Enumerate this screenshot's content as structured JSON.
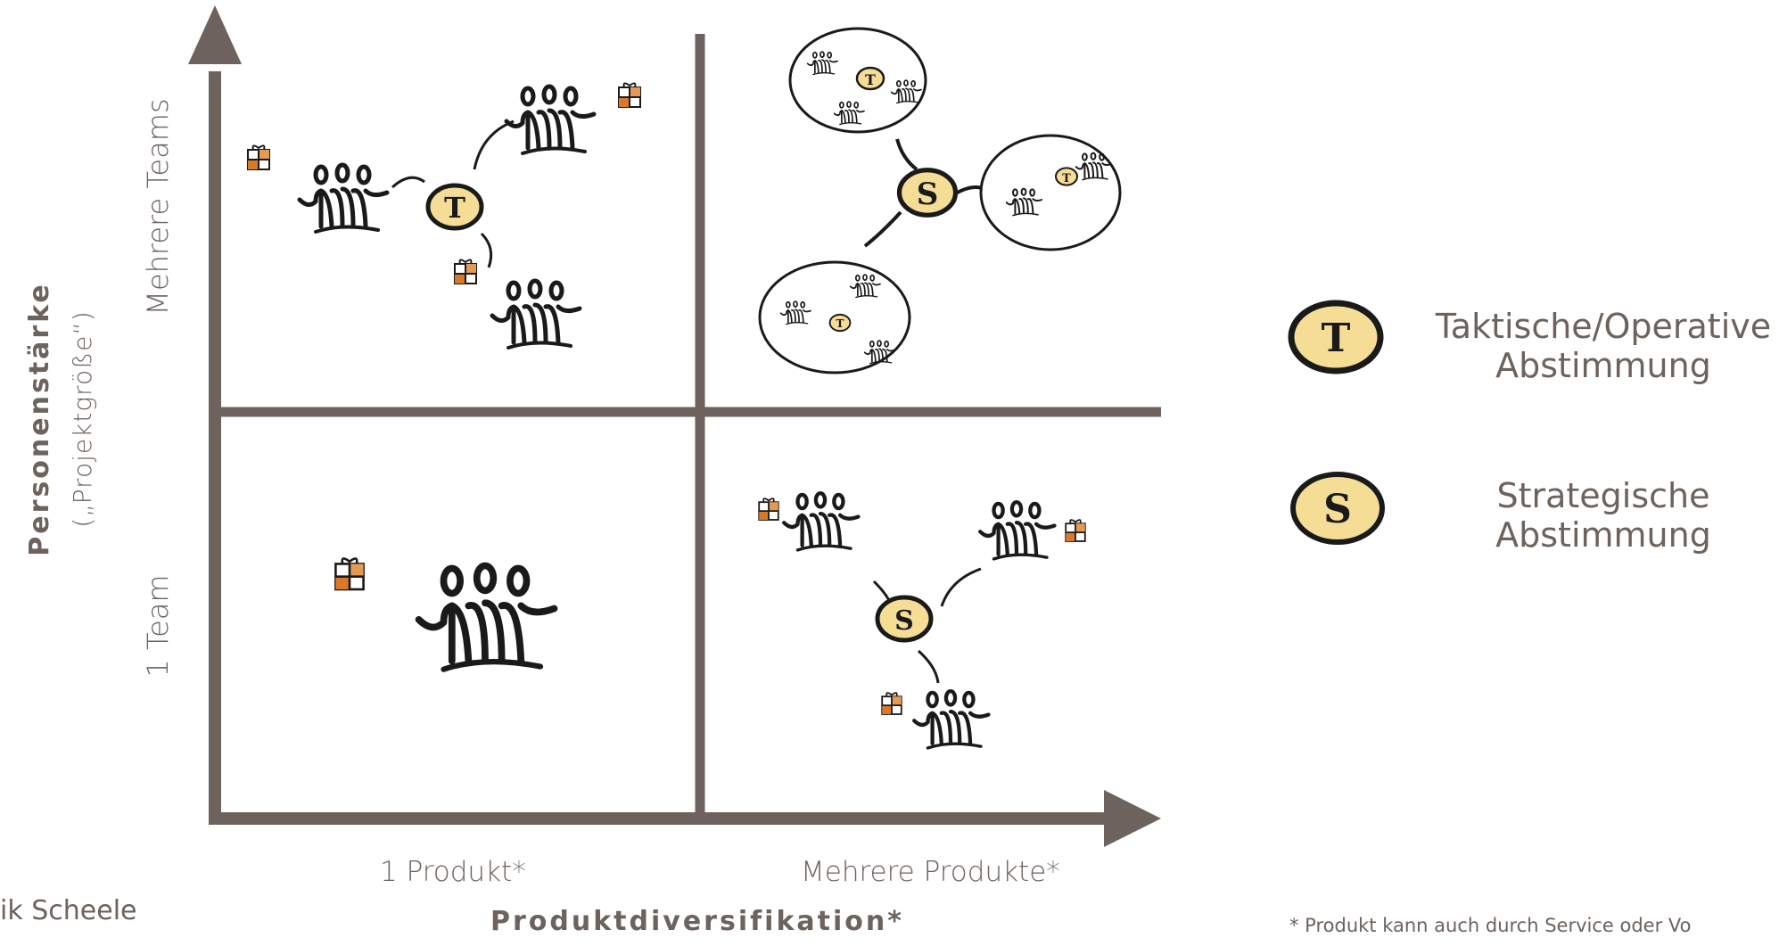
{
  "axes": {
    "y_title": "Personenstärke",
    "y_subtitle": "(„Projektgröße“)",
    "y_top_label": "Mehrere Teams",
    "y_bottom_label": "1 Team",
    "x_left_label": "1 Produkt*",
    "x_right_label": "Mehrere Produkte*",
    "x_title": "Produktdiversifikation*"
  },
  "legend": [
    {
      "symbol": "T",
      "line1": "Taktische/Operative",
      "line2": "Abstimmung"
    },
    {
      "symbol": "S",
      "line1": "Strategische",
      "line2": "Abstimmung"
    }
  ],
  "quadrant_symbols": {
    "top_left": "T",
    "top_right_center": "S",
    "top_right_sub": "T",
    "bottom_right": "S"
  },
  "footnote": "* Produkt kann auch durch Service oder Vo",
  "credit": "ik Scheele",
  "colors": {
    "axis": "#6e625c",
    "text": "#6d625c",
    "coin_fill": "#f5dd96",
    "ink": "#1a1a1a",
    "gift": "#d87a2a"
  }
}
